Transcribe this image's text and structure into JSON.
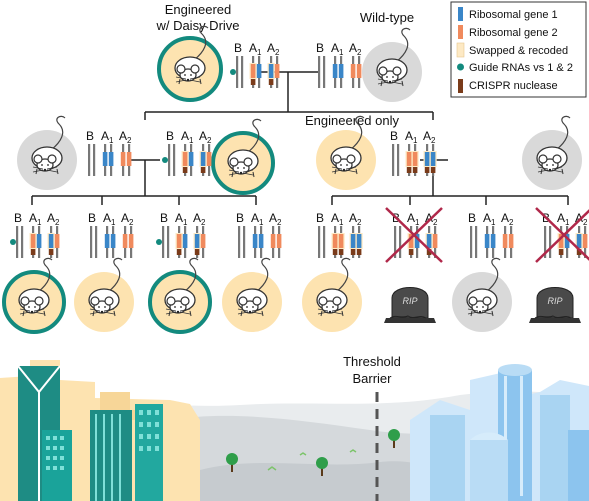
{
  "labels": {
    "engineered_line1": "Engineered",
    "engineered_line2": "w/ Daisy Drive",
    "wild_type": "Wild-type",
    "engineered_only": "Engineered only",
    "threshold_line1": "Threshold",
    "threshold_line2": "Barrier",
    "rip": "RIP"
  },
  "gene_labels": {
    "b": "B",
    "a1": "A",
    "a1_sub": "1",
    "a2": "A",
    "a2_sub": "2"
  },
  "legend": [
    {
      "label": "Ribosomal gene 1",
      "color": "#3a86c8",
      "shape": "bar"
    },
    {
      "label": "Ribosomal gene 2",
      "color": "#f08a5d",
      "shape": "bar"
    },
    {
      "label": "Swapped & recoded",
      "color": "#fde9c4",
      "shape": "box"
    },
    {
      "label": "Guide RNAs vs 1 & 2",
      "color": "#138a7e",
      "shape": "dot"
    },
    {
      "label": "CRISPR nuclease",
      "color": "#7a3b1a",
      "shape": "bar"
    }
  ],
  "colors": {
    "engineered_bg": "#fde3b0",
    "wild_bg": "#d9d9d9",
    "drive_ring": "#138a7e",
    "gene1": "#3a86c8",
    "gene2": "#f08a5d",
    "nuclease": "#7a3b1a",
    "cross": "#b0284a",
    "city_left": "#1e8c84",
    "city_right": "#a9d4f2"
  },
  "icons": {
    "mouse": "mouse-icon",
    "tombstone": "tombstone-icon",
    "cross": "cross-mark-icon",
    "tree": "tree-icon"
  }
}
